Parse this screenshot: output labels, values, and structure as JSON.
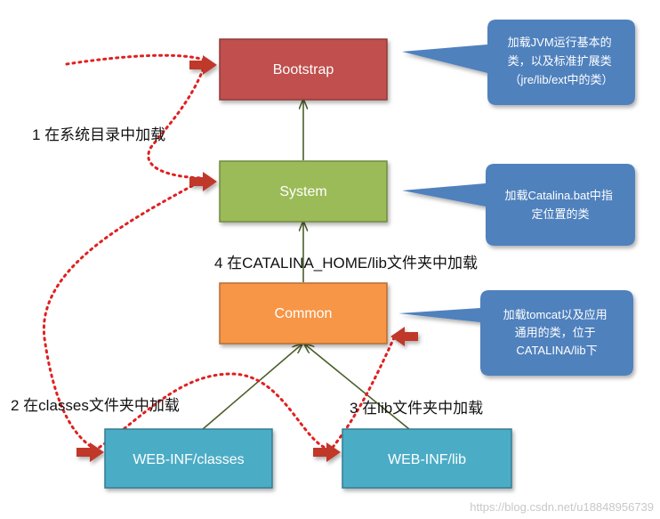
{
  "nodes": {
    "bootstrap": {
      "label": "Bootstrap",
      "fill": "#c0504d",
      "stroke": "#8e3a38"
    },
    "system": {
      "label": "System",
      "fill": "#9bbb59",
      "stroke": "#71893f"
    },
    "common": {
      "label": "Common",
      "fill": "#f79646",
      "stroke": "#b66d31"
    },
    "webinf_classes": {
      "label": "WEB-INF/classes",
      "fill": "#4bacc6",
      "stroke": "#357d92"
    },
    "webinf_lib": {
      "label": "WEB-INF/lib",
      "fill": "#4bacc6",
      "stroke": "#357d92"
    }
  },
  "callouts": {
    "bootstrap": {
      "lines": [
        "加载JVM运行基本的",
        "类，以及标准扩展类",
        "（jre/lib/ext中的类）"
      ]
    },
    "system": {
      "lines": [
        "加载Catalina.bat中指",
        "定位置的类"
      ]
    },
    "common": {
      "lines": [
        "加载tomcat以及应用",
        "通用的类，位于",
        "CATALINA/lib下"
      ]
    }
  },
  "steps": {
    "step1": "1 在系统目录中加载",
    "step2": "2 在classes文件夹中加载",
    "step3": "3 在lib文件夹中加载",
    "step4": "4 在CATALINA_HOME/lib文件夹中加载"
  },
  "watermark": "https://blog.csdn.net/u18848956739",
  "colors": {
    "callout_fill": "#4f81bd",
    "arrow": "#4a5f2a",
    "red_dotted": "#e02020",
    "red_arrow": "#c0392b"
  }
}
